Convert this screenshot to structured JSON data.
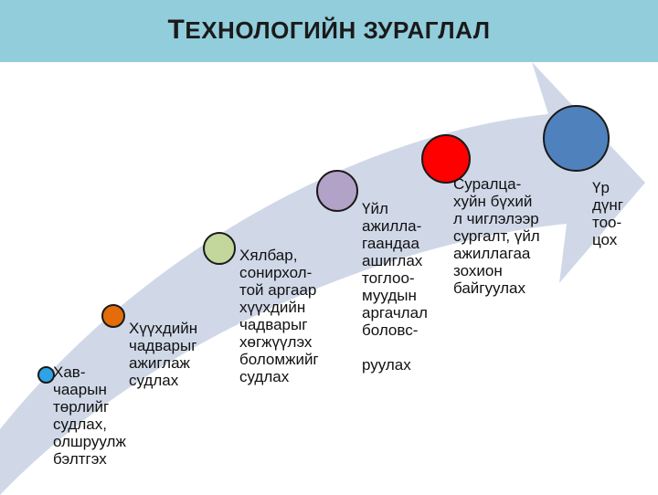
{
  "title": {
    "first_letter": "Т",
    "rest": "ЕХНОЛОГИЙН ЗУРАГЛАЛ"
  },
  "steps": [
    {
      "text": "Хав-\nчаарын\nтөрлийг\nсудлах,\nолшруулж\nбэлтгэх",
      "color": "#2ea3e6"
    },
    {
      "text": "Хүүхдийн\nчадварыг\nажиглаж\nсудлах",
      "color": "#e46c0a"
    },
    {
      "text": "Хялбар,\nсонирхол-\nтой аргаар\nхүүхдийн\nчадварыг\nхөгжүүлэх\nболомжийг\nсудлах",
      "color": "#c3d69b"
    },
    {
      "text": "Үйл\nажилла-\nгаандаа\nашиглах\nтоглоо-\nмуудын\nаргачлал\nболовс-\n\nруулах",
      "color": "#b3a2c7"
    },
    {
      "text": "Суралца-\nхуйн бүхий\nл чиглэлээр\nсургалт, үйл\nажиллагаа\nзохион\nбайгуулах",
      "color": "#ff0000"
    },
    {
      "text": "Үр\nдүнг\nтоо-\nцох",
      "color": "#4f81bd"
    }
  ],
  "colors": {
    "header_band": "#92cddc",
    "arrow_fill": "#d0d8e8"
  }
}
